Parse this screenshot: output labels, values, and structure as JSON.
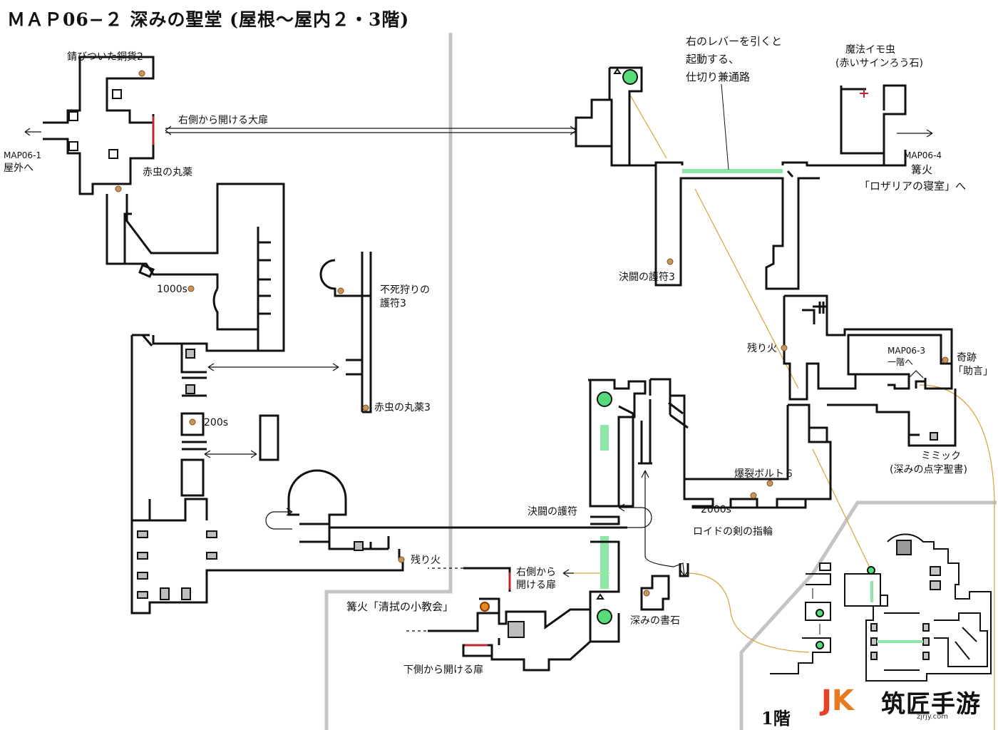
{
  "title": "ＭＡＰ06−２ 深みの聖堂 (屋根〜屋内２・3階)",
  "floor_label": "1階",
  "logo": {
    "brand": "筑匠手游",
    "url": "zjrjy.com"
  },
  "labels": {
    "rusty_coin": "錆びついた銅貨2",
    "big_door": "右側から開ける大扉",
    "map06_1_code": "MAP06-1",
    "map06_1_dest": "屋外へ",
    "red_bug_pellet": "赤虫の丸薬",
    "souls_1000": "1000s",
    "undead_hunter_1": "不死狩りの",
    "undead_hunter_2": "護符3",
    "red_bug_pellet3": "赤虫の丸薬3",
    "souls_200": "200s",
    "ember_left": "残り火",
    "lever_note_1": "右のレバーを引くと",
    "lever_note_2": "起動する、",
    "lever_note_3": "仕切り兼通路",
    "worm_1": "魔法イモ虫",
    "worm_2": "(赤いサインろう石)",
    "map06_4_code": "MAP06-4",
    "map06_4_fire": "篝火",
    "map06_4_room": "「ロザリアの寝室」へ",
    "duel_charm3": "決闘の護符3",
    "ember_right": "残り火",
    "map06_3_code": "MAP06-3",
    "map06_3_dest": "一階へ",
    "miracle_1": "奇跡",
    "miracle_2": "「助言」",
    "mimic_1": "ミミック",
    "mimic_2": "(深みの点字聖書)",
    "firebomb": "爆裂ボルト６",
    "duel_charm": "決闘の護符",
    "souls_2000": "2000s",
    "lloyd_ring": "ロイドの剣の指輪",
    "door_right_1": "右側から",
    "door_right_2": "開ける扉",
    "bonfire_chapel": "篝火「清拭の小教会」",
    "deep_soapstone": "深みの書石",
    "door_bottom": "下側から開ける扉"
  },
  "colors": {
    "lever": "#8fe6a8",
    "elevator": "#55dd7a",
    "item": "#c8955a",
    "door": "#c0262b",
    "guide": "#d9a23a",
    "separator": "#c4c4c4"
  }
}
